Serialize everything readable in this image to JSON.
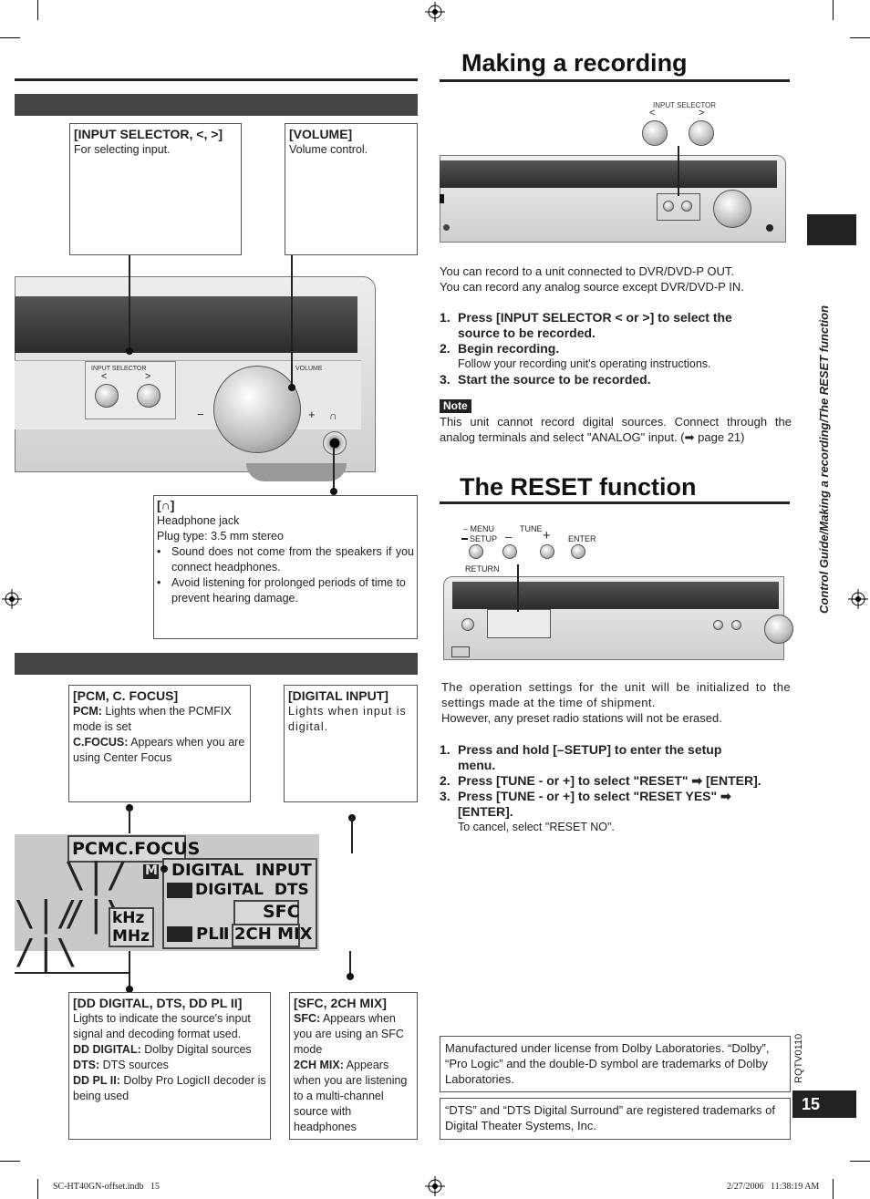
{
  "left": {
    "input_selector": {
      "title": "[INPUT SELECTOR, <, >]",
      "desc": "For selecting input."
    },
    "volume": {
      "title": "[VOLUME]",
      "desc": "Volume control."
    },
    "front_labels": {
      "input_selector": "INPUT SELECTOR",
      "lt": "<",
      "gt": ">",
      "volume": "VOLUME",
      "minus": "−",
      "plus": "+",
      "phones": "∩"
    },
    "headphone": {
      "title": "[∩]",
      "l1": "Headphone jack",
      "l2": "Plug type: 3.5 mm stereo",
      "b1": "Sound does not come from the speakers if you connect headphones.",
      "b2": "Avoid listening for prolonged periods of time to prevent hearing damage."
    },
    "pcm": {
      "title": "[PCM, C. FOCUS]",
      "l1b": "PCM:",
      "l1": " Lights when the PCMFIX mode is set",
      "l2b": "C.FOCUS:",
      "l2": " Appears when you are using Center Focus"
    },
    "digital_input": {
      "title": "[DIGITAL INPUT]",
      "desc": "Lights when input is digital."
    },
    "lcd": {
      "pcm": "PCM",
      "cfocus": "C.FOCUS",
      "m": "M",
      "digital_input": "DIGITAL  INPUT",
      "digital_dts": "DIGITAL  DTS",
      "sfc": "SFC",
      "khz": "kHz",
      "mhz": "MHz",
      "pl": "PLⅡ",
      "mix": "2CH MIX"
    },
    "digital_dts": {
      "title": "[DD DIGITAL, DTS, DD PL II]",
      "intro": "Lights to indicate the source's input signal and decoding format used.",
      "l1b": "DD DIGITAL:",
      "l1": " Dolby Digital sources",
      "l2b": "DTS:",
      "l2": " DTS sources",
      "l3b": "DD PL II:",
      "l3": " Dolby Pro LogicII decoder is being used"
    },
    "sfc": {
      "title": "[SFC, 2CH MIX]",
      "l1b": "SFC:",
      "l1": " Appears when you are using an SFC mode",
      "l2b": "2CH MIX:",
      "l2": " Appears when you are listening to a multi-channel source with headphones"
    }
  },
  "recording": {
    "title": "Making a recording",
    "diagram_label": "INPUT SELECTOR",
    "p1": "You can record to a unit connected to DVR/DVD-P OUT.",
    "p2": "You can record any analog source except DVR/DVD-P IN.",
    "steps": [
      {
        "n": "1.",
        "text": "Press [INPUT SELECTOR < or >] to select the source to be recorded.",
        "sub": ""
      },
      {
        "n": "2.",
        "text": "Begin recording.",
        "sub": "Follow your recording unit's operating instructions."
      },
      {
        "n": "3.",
        "text": "Start the source to be recorded.",
        "sub": ""
      }
    ],
    "note_label": "Note",
    "note": "This unit cannot record digital sources. Connect through the analog terminals and select \"ANALOG\" input. (➡ page 21)"
  },
  "reset": {
    "title": "The RESET function",
    "labels": {
      "menu": "– MENU",
      "setup": "SETUP",
      "tune": "TUNE",
      "enter": "ENTER",
      "return": "RETURN"
    },
    "p1": "The operation settings for the unit will be initialized to the settings made at the time of shipment.",
    "p2": "However, any preset radio stations will not be erased.",
    "steps": [
      {
        "n": "1.",
        "text": "Press and hold [–SETUP] to enter the setup menu.",
        "sub": ""
      },
      {
        "n": "2.",
        "text": "Press [TUNE - or +] to select \"RESET\" ➡ [ENTER].",
        "sub": ""
      },
      {
        "n": "3.",
        "text": "Press [TUNE - or +] to select \"RESET YES\" ➡ [ENTER].",
        "sub": "To cancel, select \"RESET NO\"."
      }
    ]
  },
  "side_tab": "Control Guide/Making a recording/The RESET function",
  "model_code": "RQTV0110",
  "page_number": "15",
  "dolby": "Manufactured under license from Dolby Laboratories. “Dolby”, “Pro Logic” and the double-D symbol are trademarks of Dolby Laboratories.",
  "dts": "“DTS” and “DTS Digital Surround” are registered trademarks of Digital Theater Systems, Inc.",
  "footer": {
    "file": "SC-HT40GN-offset.indb   15",
    "date": "2/27/2006   11:38:19 AM"
  }
}
